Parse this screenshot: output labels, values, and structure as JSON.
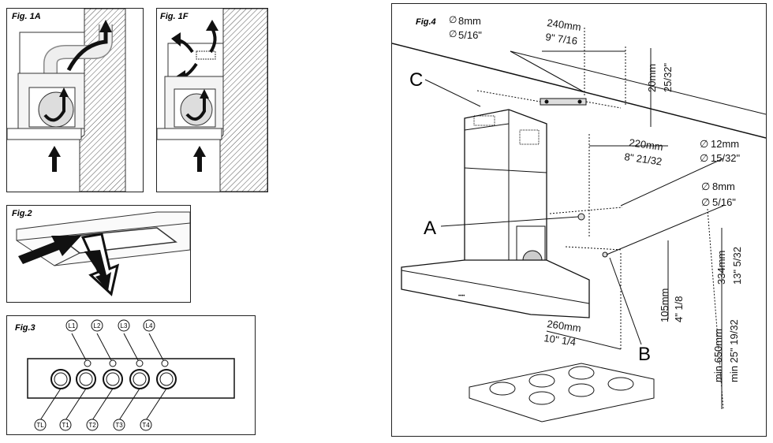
{
  "fig1a": {
    "label": "Fig. 1A"
  },
  "fig1f": {
    "label": "Fig. 1F"
  },
  "fig2": {
    "label": "Fig.2"
  },
  "fig3": {
    "label": "Fig.3",
    "lights": [
      "L1",
      "L2",
      "L3",
      "L4"
    ],
    "knobs": [
      "TL",
      "T1",
      "T2",
      "T3",
      "T4"
    ]
  },
  "fig4": {
    "label": "Fig.4",
    "letters": {
      "a": "A",
      "b": "B",
      "c": "C"
    },
    "dims": {
      "hole_top_mm": "8mm",
      "hole_top_in": "5/16\"",
      "d240_mm": "240mm",
      "d240_in": "9\" 7/16",
      "d20_mm": "20mm",
      "d20_in": "25/32\"",
      "d220_mm": "220mm",
      "d220_in": "8\" 21/32",
      "hole12_mm": "12mm",
      "hole12_in": "15/32\"",
      "hole8_mm": "8mm",
      "hole8_in": "5/16\"",
      "d334_mm": "334mm",
      "d334_in": "13\" 5/32",
      "d105_mm": "105mm",
      "d105_in": "4\" 1/8",
      "d260_mm": "260mm",
      "d260_in": "10\" 1/4",
      "d650_mm": "min 650mm",
      "d650_in": "min 25\" 19/32"
    }
  }
}
